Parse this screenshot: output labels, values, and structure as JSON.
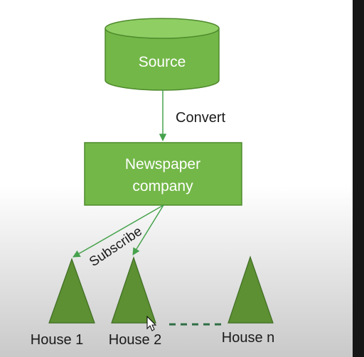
{
  "diagram": {
    "source_label": "Source",
    "convert_label": "Convert",
    "company_label_line1": "Newspaper",
    "company_label_line2": "company",
    "subscribe_label": "Subscribe",
    "houses": [
      {
        "label": "House 1"
      },
      {
        "label": "House 2"
      },
      {
        "label": "House n"
      }
    ]
  },
  "colors": {
    "node_fill": "#73b748",
    "node_stroke": "#4e8a2c",
    "node_fill_dark": "#5d8f33",
    "arrow": "#46a24c",
    "dash": "#2f6e45",
    "text_light": "#ffffff",
    "text_dark": "#1a1a1a"
  }
}
